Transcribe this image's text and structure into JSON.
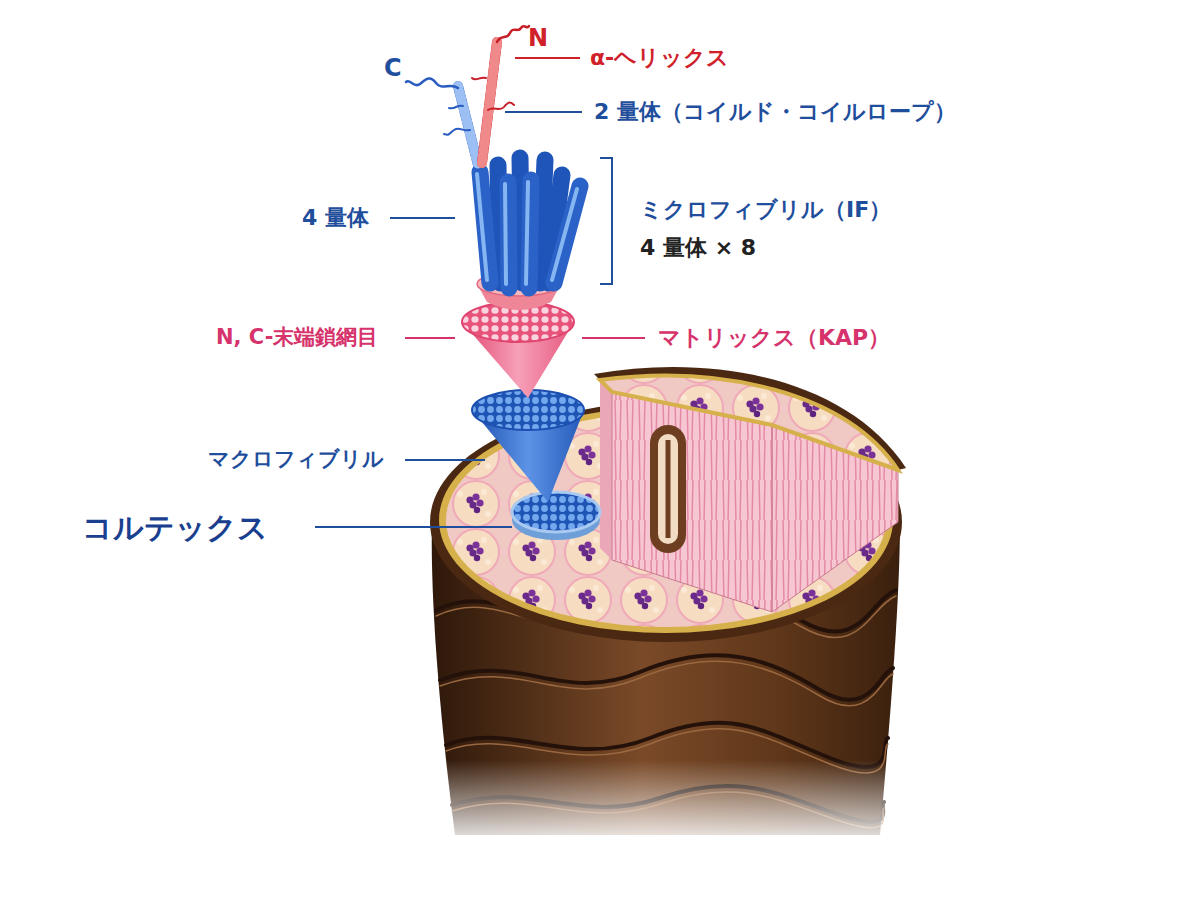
{
  "diagram": {
    "labels": [
      "N",
      "α-ヘリックス",
      "C",
      "2 量体（コイルド・コイルロープ）",
      "4 量体",
      "ミクロフィブリル（IF）",
      "4 量体 × 8",
      "N, C-末端鎖網目",
      "マトリックス（KAP）",
      "マクロフィブリル",
      "コルテックス"
    ]
  }
}
